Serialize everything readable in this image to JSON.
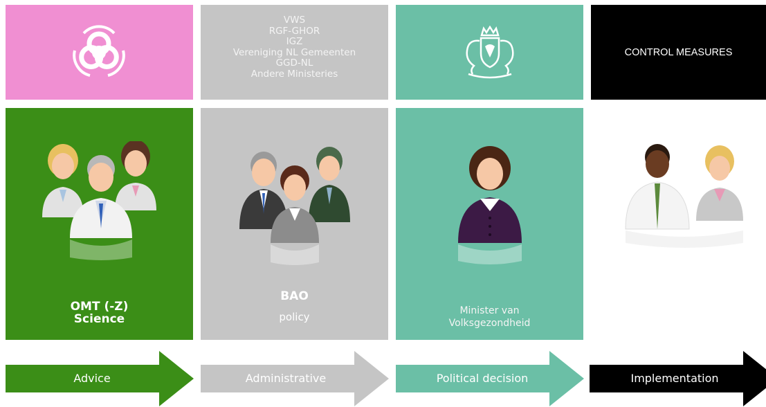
{
  "columns": [
    {
      "id": "advice",
      "top_color": "#f08fd2",
      "body_color": "#3b8e17",
      "icon": "biohazard-icon",
      "caption_line1": "OMT (-Z)",
      "caption_line2": "Science",
      "arrow_label": "Advice",
      "arrow_color": "#3b8e17"
    },
    {
      "id": "administrative",
      "top_color": "#c5c5c5",
      "body_color": "#c5c5c5",
      "top_lines": [
        "VWS",
        "RGF-GHOR",
        "IGZ",
        "Vereniging NL Gemeenten",
        "GGD-NL",
        "Andere Ministeries"
      ],
      "caption_line1": "BAO",
      "caption_line2": "policy",
      "arrow_label": "Administrative",
      "arrow_color": "#c5c5c5"
    },
    {
      "id": "political",
      "top_color": "#6bbfa6",
      "body_color": "#6bbfa6",
      "icon": "royal-coat-of-arms-icon",
      "caption_line1": "Minister van",
      "caption_line2": "Volksgezondheid",
      "arrow_label": "Political decision",
      "arrow_color": "#6bbfa6"
    },
    {
      "id": "implementation",
      "top_color": "#000000",
      "top_text": "CONTROL MEASURES",
      "arrow_label": "Implementation",
      "arrow_color": "#000000"
    }
  ]
}
